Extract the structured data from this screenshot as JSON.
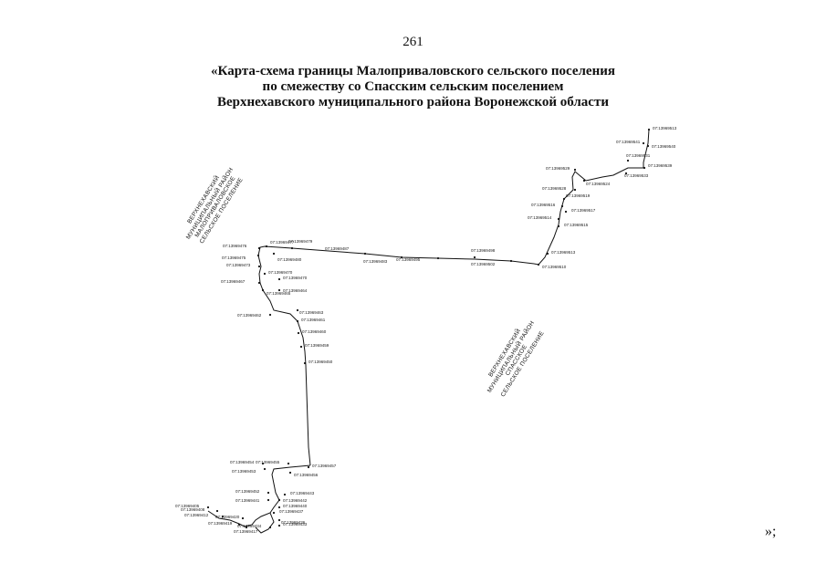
{
  "page": {
    "number": "261",
    "closing_mark": "»;"
  },
  "title": {
    "line1": "«Карта-схема границы Малоприваловского сельского поселения",
    "line2": "по смежеству со Спасским сельским поселением",
    "line3": "Верхнехавского муниципального района Воронежской области"
  },
  "map": {
    "regions": [
      {
        "id": "west",
        "lines": [
          "ВЕРХНЕХАВСКИЙ",
          "МУНИЦИПАЛЬНЫЙ РАЙОН",
          "МАЛОПРИВАЛОВСКОЕ",
          "СЕЛЬСКОЕ ПОСЕЛЕНИЕ"
        ]
      },
      {
        "id": "east",
        "lines": [
          "ВЕРХНЕХАВСКИЙ",
          "МУНИЦИПАЛЬНЫЙ РАЙОН",
          "СПАССКОЕ",
          "СЕЛЬСКОЕ ПОСЕЛЕНИЕ"
        ]
      }
    ],
    "line_color": "#111111",
    "points": [
      "07:13969513",
      "07:13969541",
      "07:13969540",
      "07:13969531",
      "07:13969539",
      "07:13969533",
      "07:13969529",
      "07:13969524",
      "07:13969528",
      "07:13969519",
      "07:13969516",
      "07:13969517",
      "07:13969514",
      "07:13969515",
      "07:13969513",
      "07:13969510",
      "07:13969502",
      "07:13969498",
      "07:13969495",
      "07:13969483",
      "07:13969487",
      "07:13969479",
      "07:13969480",
      "07:13969477",
      "07:13969476",
      "07:13969475",
      "07:13969473",
      "07:13969470",
      "07:13969467",
      "07:13969465",
      "07:13969470",
      "07:13969464",
      "07:13969463",
      "07:13969462",
      "07:13969461",
      "07:13969460",
      "07:13969459",
      "07:13969450",
      "07:13969455",
      "07:13969457",
      "07:13969454",
      "07:13969453",
      "07:13969456",
      "07:13969452",
      "07:13969443",
      "07:13969442",
      "07:13969441",
      "07:13969440",
      "07:13969437",
      "07:13969436",
      "07:13969433",
      "07:13969434",
      "07:13969420",
      "07:13969419",
      "07:13969417",
      "07:13969412",
      "07:13969408",
      "07:13969405"
    ]
  }
}
